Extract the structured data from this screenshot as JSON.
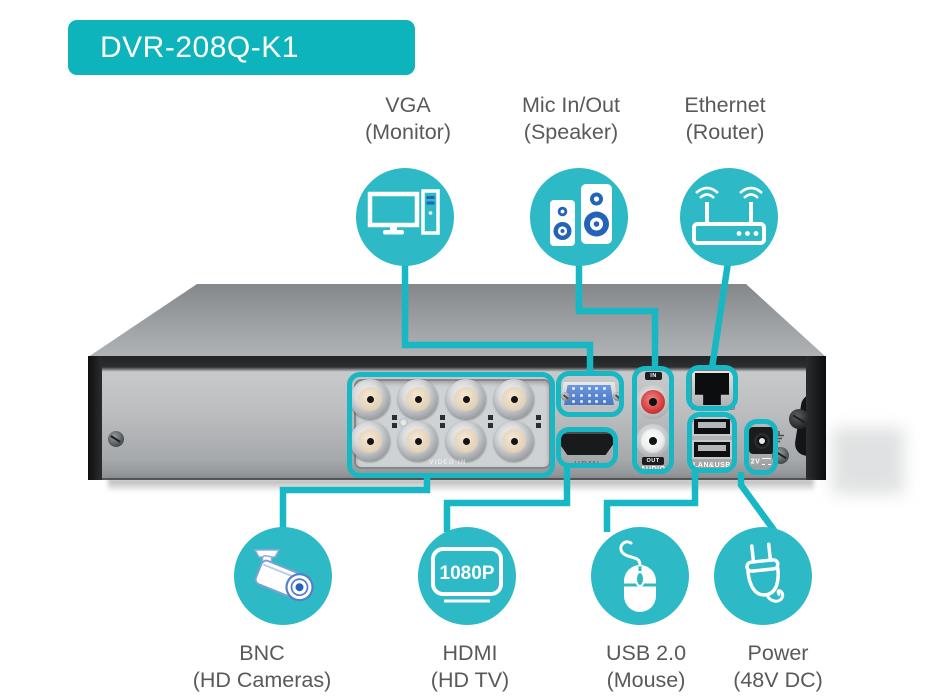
{
  "title_badge": {
    "text": "DVR-208Q-K1"
  },
  "colors": {
    "accent_line": "#17b7c3",
    "bubble_fill": "#2eb9c6",
    "badge_bg": "#0eb4bc",
    "label_text": "#58595b",
    "icon_blue": "#2264b8"
  },
  "top_callouts": [
    {
      "label_line1": "VGA",
      "label_line2": "(Monitor)",
      "icon": "monitor-pc-icon"
    },
    {
      "label_line1": "Mic In/Out",
      "label_line2": "(Speaker)",
      "icon": "speakers-icon"
    },
    {
      "label_line1": "Ethernet",
      "label_line2": "(Router)",
      "icon": "router-icon"
    }
  ],
  "bottom_callouts": [
    {
      "label_line1": "BNC",
      "label_line2": "(HD Cameras)",
      "icon": "bullet-camera-icon"
    },
    {
      "label_line1": "HDMI",
      "label_line2": "(HD TV)",
      "icon": "1080p-screen-icon",
      "badge_text": "1080P"
    },
    {
      "label_line1": "USB 2.0",
      "label_line2": "(Mouse)",
      "icon": "mouse-icon"
    },
    {
      "label_line1": "Power",
      "label_line2": "(48V DC)",
      "icon": "power-plug-icon"
    }
  ],
  "rear_panel_labels": {
    "video_in": "VIDEO IN",
    "hdmi_port": "HDMI",
    "audio_in": "IN",
    "audio_out": "OUT",
    "audio": "AUDIO",
    "lan_usb": "LAN&USB",
    "power_jack": "2V"
  }
}
